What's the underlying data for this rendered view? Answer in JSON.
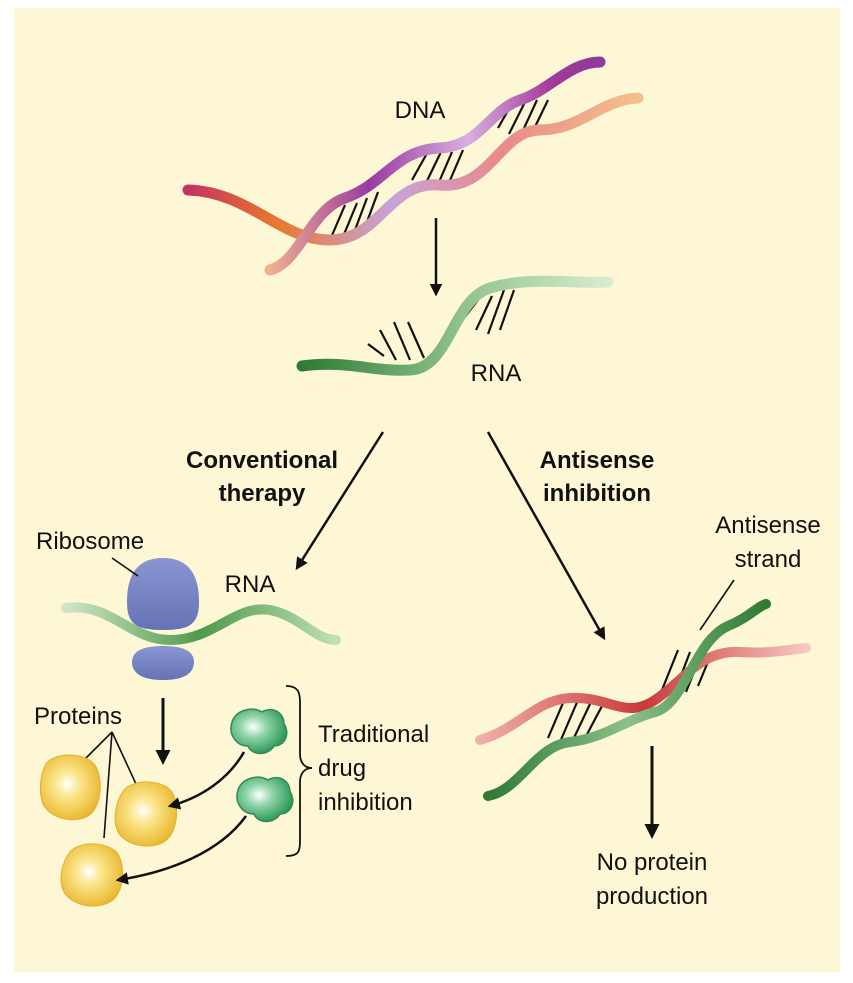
{
  "colors": {
    "background": "#fdf7d6",
    "dna_purple": "#8e3a9a",
    "dna_orange": "#e8792e",
    "rna_green": "#4f9a4b",
    "antisense_red": "#c83a3a",
    "ribosome_blue": "#7f8cc8",
    "protein_yellow": "#f0c23a",
    "drug_green": "#3aa266"
  },
  "labels": {
    "dna": "DNA",
    "rna_top": "RNA",
    "conventional_line1": "Conventional",
    "conventional_line2": "therapy",
    "antisense_line1": "Antisense",
    "antisense_line2": "inhibition",
    "ribosome": "Ribosome",
    "rna_left": "RNA",
    "proteins": "Proteins",
    "traditional_line1": "Traditional",
    "traditional_line2": "drug",
    "traditional_line3": "inhibition",
    "antisense_strand_line1": "Antisense",
    "antisense_strand_line2": "strand",
    "no_protein_line1": "No protein",
    "no_protein_line2": "production"
  },
  "icons": [
    "dna-helix",
    "rna-strand",
    "ribosome-icon",
    "protein-blob-icon",
    "drug-molecule-icon",
    "antisense-duplex"
  ]
}
